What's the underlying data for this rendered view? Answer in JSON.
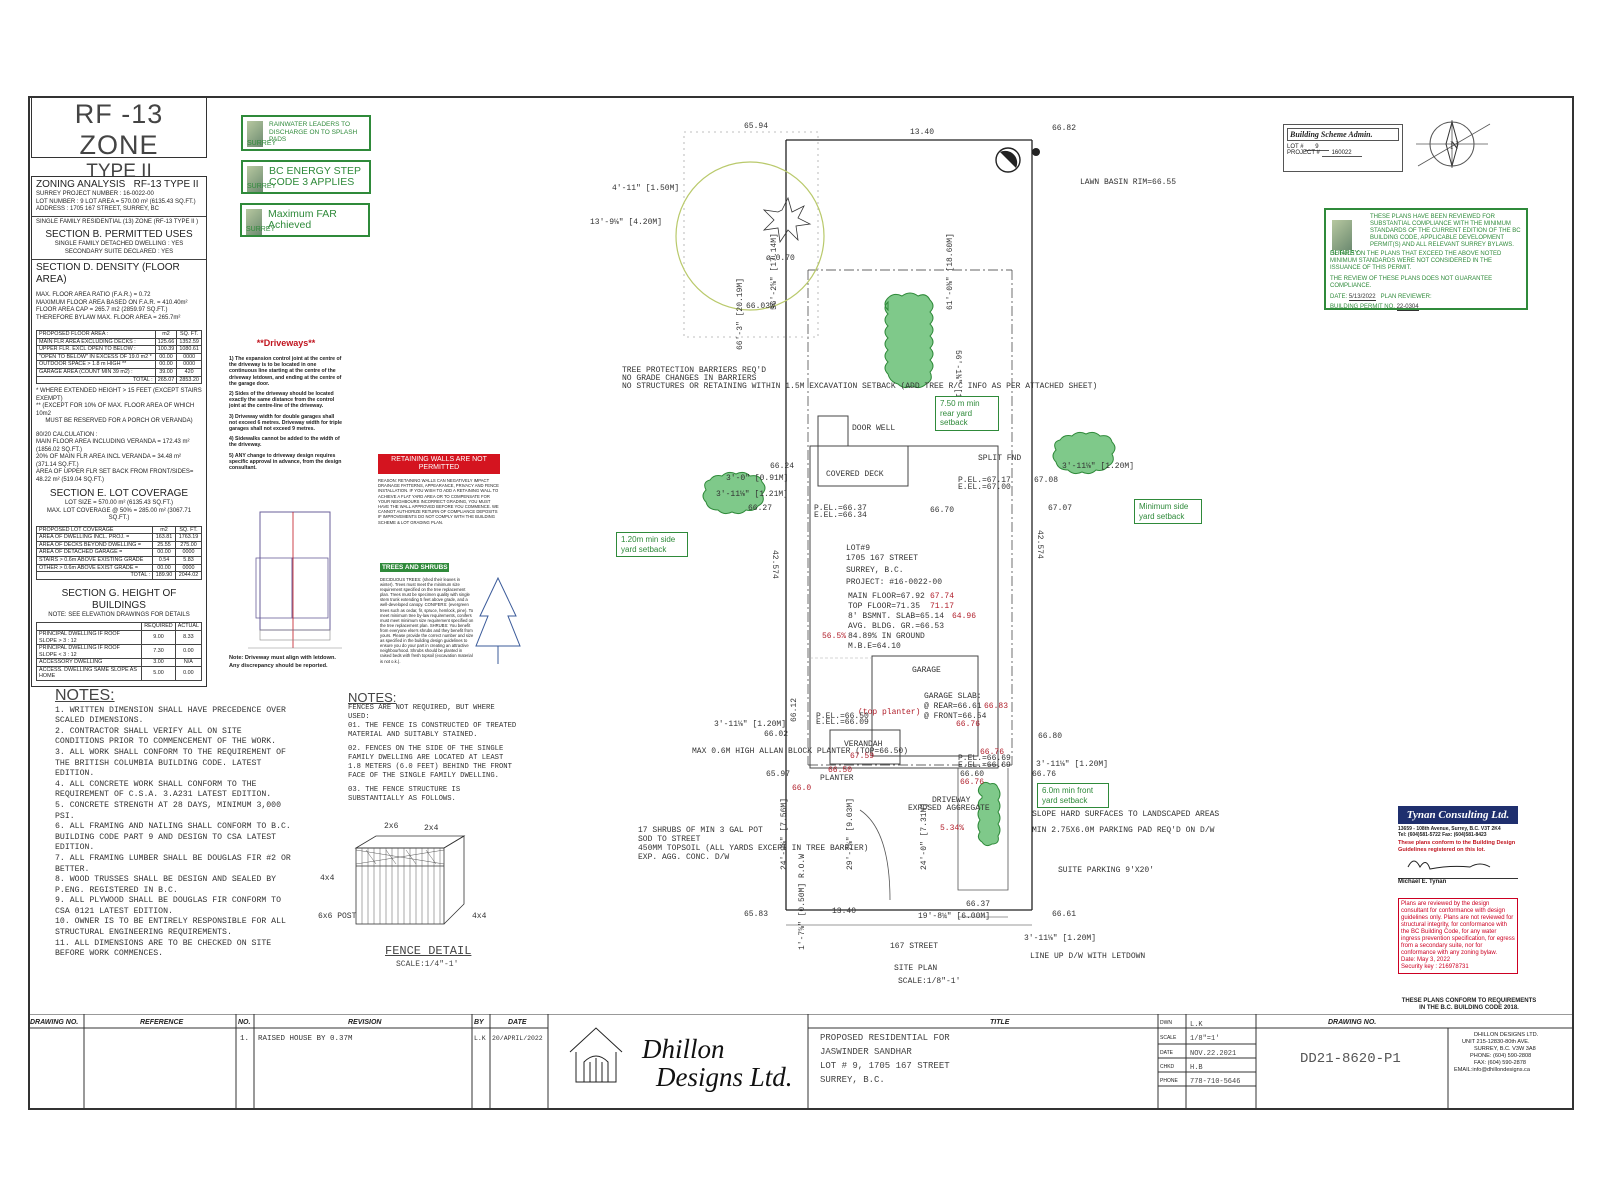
{
  "zone": {
    "title": "RF -13 ZONE",
    "type": "TYPE II"
  },
  "zoning_analysis": {
    "title": "ZONING ANALYSIS",
    "zone_code": "RF-13 TYPE II",
    "lines": [
      "SURREY PROJECT NUMBER : 16-0022-00",
      "LOT NUMBER : 9    LOT AREA = 570.00 m² (6135.43 SQ.FT.)",
      "ADDRESS : 1705 167 STREET, SURREY, BC"
    ],
    "single_family": "SINGLE FAMILY RESIDENTIAL (13) ZONE (RF-13 TYPE II )",
    "section_b": "SECTION B.   PERMITTED USES",
    "section_b_lines": [
      "SINGLE FAMILY DETACHED DWELLING : YES",
      "SECONDARY SUITE DECLARED : YES"
    ],
    "section_d": "SECTION D.   DENSITY (FLOOR AREA)",
    "section_d_lines": [
      "MAX. FLOOR AREA RATIO (F.A.R.) = 0.72",
      "MAXIMUM FLOOR AREA BASED ON F.A.R. = 410.40m²",
      "FLOOR AREA CAP = 265.7 m2 (2859.97 SQ.FT.)",
      "THEREFORE BYLAW MAX. FLOOR AREA = 265.7m²"
    ],
    "floor_table": [
      [
        "PROPOSED FLOOR AREA :",
        "m2",
        "SQ. FT."
      ],
      [
        "MAIN FLR AREA EXCLUDING DECKS :",
        "125.66",
        "1352.59"
      ],
      [
        "UPPER FLR. EXCL OPEN TO BELOW :",
        "100.39",
        "1080.61"
      ],
      [
        "\"OPEN TO BELOW\" IN EXCESS OF 19.0 m2 *",
        "00.00",
        "0000"
      ],
      [
        "OUTDOOR SPACE > 1.8 m HIGH **",
        "00.00",
        "0000"
      ],
      [
        "GARAGE AREA (COUNT MIN 39 m2) :",
        "39.00",
        "420"
      ],
      [
        "TOTAL :",
        "265.07",
        "2853.20"
      ]
    ],
    "notes_after_table": [
      "* WHERE EXTENDED HEIGHT > 15 FEET (EXCEPT STAIRS EXEMPT)",
      "** (EXCEPT FOR 10% OF MAX. FLOOR AREA OF WHICH 10m2",
      "MUST BE RESERVED FOR A PORCH OR VERANDA)"
    ],
    "calc_8020": [
      "80/20 CALCULATION :",
      "MAIN FLOOR AREA INCLUDING VERANDA = 172.43 m² (1856.02 SQ.FT.)",
      "20% OF MAIN FLR AREA INCL VERANDA = 34.48 m² (371.14 SQ.FT.)",
      "AREA OF UPPER FLR SET BACK FROM FRONT/SIDES= 48.22 m² (519.04 SQ.FT.)"
    ],
    "section_e": "SECTION E.   LOT COVERAGE",
    "section_e_lines": [
      "LOT SIZE = 570.00 m² (6135.43 SQ.FT.)",
      "MAX. LOT COVERAGE @ 50% = 285.00 m² (3067.71 SQ.FT.)"
    ],
    "coverage_table": [
      [
        "PROPOSED LOT COVERAGE",
        "m2",
        "SQ. FT."
      ],
      [
        "AREA OF DWELLING INCL. PROJ. =",
        "163.81",
        "1763.19"
      ],
      [
        "AREA OF DECKS BEYOND DWELLING =",
        "25.55",
        "275.00"
      ],
      [
        "AREA OF DETACHED GARAGE =",
        "00.00",
        "0000"
      ],
      [
        "STAIRS > 0.6m ABOVE EXISTING GRADE",
        "0.54",
        "5.83"
      ],
      [
        "OTHER > 0.6m ABOVE EXIST GRADE =",
        "00.00",
        "0000"
      ],
      [
        "TOTAL :",
        "189.90",
        "2044.02"
      ]
    ],
    "section_g": "SECTION G.   HEIGHT OF BUILDINGS",
    "section_g_note": "NOTE: SEE ELEVATION DRAWINGS FOR DETAILS",
    "height_table": [
      [
        "",
        "REQUIRED",
        "ACTUAL"
      ],
      [
        "PRINCIPAL DWELLING IF ROOF SLOPE > 3 : 12",
        "9.00",
        "8.33"
      ],
      [
        "PRINCIPAL DWELLING IF ROOF SLOPE < 3 : 12",
        "7.30",
        "0.00"
      ],
      [
        "ACCESSORY DWELLING",
        "3.00",
        "N/A"
      ],
      [
        "ACCESS. DWELLING SAME SLOPE AS HOME",
        "5.00",
        "0.00"
      ]
    ]
  },
  "green_boxes": {
    "rainwater": "RAINWATER LEADERS TO DISCHARGE ON TO SPLASH PADS",
    "energy": "BC ENERGY STEP CODE 3 APPLIES",
    "far": "Maximum FAR Achieved",
    "surrey": "SURREY"
  },
  "driveways": {
    "title": "**Driveways**",
    "items": [
      "1) The expansion control joint at the centre of the driveway is to be located in one continuous line starting at the centre of the driveway letdown, and ending at the centre of the garage door.",
      "2) Sides of the driveway should be located exactly the same distance from the control joint at the centre-line of the driveway.",
      "3) Driveway width for double garages shall not exceed 6 metres. Driveway width for triple garages shall not exceed 9 metres.",
      "4) Sidewalks cannot be added to the width of the driveway.",
      "5) ANY change to driveway design requires specific approval in advance, from the design consultant."
    ],
    "note": "Note: Driveway must align with letdown. Any discrepancy should be reported."
  },
  "retaining_walls": {
    "banner": "RETAINING WALLS ARE NOT PERMITTED",
    "text": "REASON: RETAINING WALLS CAN NEGATIVELY IMPACT DRAINAGE PATTERNS, APPEARANCE, PRIVACY AND FENCE INSTALLATION. IF YOU WISH TO ADD A RETAINING WALL TO ACHIEVE A FLAT YARD AREA OR TO COMPENSATE FOR YOUR NEIGHBOURS INCORRECT GRADING, YOU MUST HAVE THE WALL APPROVED BEFORE YOU COMMENCE. WE CANNOT AUTHORIZE RETURN OF COMPLIANCE DEPOSITS IF IMPROVEMENTS DO NOT COMPLY WITH THE BUILDING SCHEME & LOT GRADING PLAN."
  },
  "trees": {
    "title": "TREES AND SHRUBS",
    "text": "DECIDUOUS TREES: (shed their leaves in winter). Trees must meet the minimum size requirement specified on the tree replacement plan. Trees must be specimen quality with single stem trunk extending 5 feet above grade, and a well-developed canopy. CONIFERS: (evergreen trees such as cedar, fir, spruce, hemlock, pine). To meet minimum tree by-law requirements, conifers must meet minimum size requirement specified on the tree replacement plan. SHRUBS: You benefit from everyone else's shrubs and they benefit from yours. Please provide the correct number and size as specified in the building design guidelines to ensure you do your part in creating an attractive neighbourhood. Shrubs should be planted in raised beds with fresh topsoil (excavation material is not o.k.)."
  },
  "notes": {
    "title": "NOTES:",
    "items": [
      "1. WRITTEN DIMENSION SHALL HAVE PRECEDENCE OVER SCALED DIMENSIONS.",
      "2. CONTRACTOR SHALL VERIFY ALL ON SITE CONDITIONS PRIOR TO COMMENCEMENT OF THE WORK.",
      "3. ALL WORK SHALL CONFORM TO THE REQUIREMENT OF THE BRITISH COLUMBIA BUILDING CODE. LATEST EDITION.",
      "4. ALL CONCRETE WORK SHALL CONFORM TO THE REQUIREMENT OF C.S.A. 3.A231 LATEST EDITION.",
      "5. CONCRETE STRENGTH AT 28 DAYS, MINIMUM 3,000 PSI.",
      "6. ALL FRAMING AND NAILING SHALL CONFORM TO B.C. BUILDING CODE PART 9 AND DESIGN TO CSA LATEST EDITION.",
      "7. ALL FRAMING LUMBER SHALL BE DOUGLAS FIR #2 OR BETTER.",
      "8. WOOD TRUSSES SHALL BE DESIGN AND SEALED BY P.ENG. REGISTERED IN B.C.",
      "9. ALL PLYWOOD SHALL BE DOUGLAS FIR CONFORM TO CSA 0121 LATEST EDITION.",
      "10. OWNER IS TO BE ENTIRELY RESPONSIBLE FOR ALL STRUCTURAL ENGINEERING REQUIREMENTS.",
      "11. ALL DIMENSIONS ARE TO BE CHECKED ON SITE BEFORE WORK COMMENCES."
    ]
  },
  "fence_notes": {
    "title": "NOTES:",
    "items": [
      "FENCES ARE NOT REQUIRED, BUT WHERE USED:",
      "01. THE FENCE IS CONSTRUCTED OF TREATED MATERIAL AND SUITABLY STAINED.",
      "02. FENCES ON THE SIDE OF THE SINGLE FAMILY DWELLING ARE LOCATED AT LEAST 1.8 METERS (6.0 FEET) BEHIND THE FRONT FACE OF THE SINGLE FAMILY DWELLING.",
      "03. THE FENCE STRUCTURE IS SUBSTANTIALLY AS FOLLOWS."
    ],
    "detail_title": "FENCE DETAIL",
    "detail_scale": "SCALE:1/4\"-1'",
    "labels": {
      "a": "2x6",
      "b": "2x4",
      "c": "4x4",
      "d": "6x6 POST",
      "e": "4x4"
    }
  },
  "site_plan": {
    "lot": "LOT#9",
    "address1": "1705 167 STREET",
    "address2": "SURREY, B.C.",
    "project": "PROJECT: #16-0022-00",
    "main_floor": "MAIN FLOOR=67.92",
    "main_floor_new": "67.74",
    "top_floor": "TOP FLOOR=71.35",
    "top_floor_new": "71.17",
    "bsmt": "8' BSMNT. SLAB=65.14",
    "bsmt_new": "64.96",
    "avg": "AVG. BLDG. GR.=66.53",
    "inground_pre": "56.5%",
    "inground": "84.89% IN GROUND",
    "mbe": "M.B.E=64.10",
    "dim_top": "13.40",
    "dim_bottom": "13.40",
    "dim_left": "42.574",
    "dim_right": "42.574",
    "covered_deck": "COVERED DECK",
    "door_well": "DOOR WELL",
    "garage": "GARAGE",
    "garage_slab": "GARAGE SLAB:",
    "garage_rear": "@ REAR=66.61",
    "garage_rear_new": "66.83",
    "garage_front": "@ FRONT=66.54",
    "garage_front_new": "66.76",
    "verandah": "VERANDAH",
    "verandah_el": "67.59",
    "planter_el": "66.50",
    "planter": "PLANTER",
    "split_fnd": "SPLIT FND",
    "driveway": "DRIVEWAY",
    "exposed_agg": "EXPOSED AGGREGATE",
    "slope": "5.34%",
    "street": "167 STREET",
    "site_plan_title": "SITE PLAN",
    "site_plan_scale": "SCALE:1/8\"-1'",
    "lawn_basin": "LAWN BASIN RIM=66.55",
    "top_planter": "(top planter)",
    "allan_block": "MAX 0.6M HIGH ALLAN BLOCK PLANTER (TOP=66.50)",
    "tree_notes": [
      "TREE PROTECTION BARRIERS REQ'D",
      "NO GRADE CHANGES IN BARRIERS",
      "NO STRUCTURES OR RETAINING WITHIN 1.5M EXCAVATION SETBACK (ADD TREE R/C INFO AS PER ATTACHED SHEET)"
    ],
    "shrub_notes": [
      "17 SHRUBS OF MIN 3 GAL POT",
      "SOD TO STREET",
      "450MM TOPSOIL (ALL YARDS EXCEPT IN TREE BARRIER)",
      "EXP. AGG. CONC. D/W"
    ],
    "slope_notes": [
      "SLOPE HARD SURFACES TO LANDSCAPED AREAS",
      "MIN 2.75X6.0M PARKING PAD REQ'D ON D/W"
    ],
    "suite_parking": "SUITE PARKING 9'X20'",
    "line_up": "LINE UP D/W WITH LETDOWN",
    "dims": {
      "d1": "4'-11\" [1.50M]",
      "d2": "13'-9⅛\" [4.20M]",
      "d3": "3'-0\" [0.91M]",
      "d4": "3'-11⅛\" [1.21M]",
      "d5": "3'-11⅛\" [1.20M]",
      "d6": "3'-11⅛\" [1.20M]",
      "d7": "3'-11⅛\" [1.20M]",
      "d8": "3'-11⅛\" [1.20M]",
      "d9": "19'-8¼\" [6.00M]",
      "d10": "24'-9⅝\" [7.56M]",
      "d11": "29'-7⅝\" [9.03M]",
      "d12": "24'-0\" [7.31M]",
      "d13": "66'-3\" [20.19M]",
      "d14": "56'-2⅝\" [17.14M]",
      "d15": "61'-0⅜\" [18.60M]",
      "d16": "56'-1⅜\" [17.10M]",
      "d17": "1'-7⅝\" [0.50M] R.O.W",
      "tree_dia": "ø=0.70"
    },
    "elevs": {
      "e1": "65.94",
      "e2": "66.82",
      "e3": "66.03W",
      "e4": "66.24",
      "e5": "66.27",
      "e6": "66.70",
      "e7": "67.08",
      "e8": "67.07",
      "e9": "66.80",
      "e10": "66.76",
      "e11": "66.02",
      "e12": "65.97",
      "e13": "66.0",
      "e14": "65.83",
      "e15": "66.37",
      "e16": "66.61",
      "e17": "66.12",
      "pel1": "P.EL.=67.17",
      "eel1": "E.EL.=67.00",
      "pel2": "P.EL.=66.37",
      "eel2": "E.EL.=66.34",
      "pel3": "P.EL.=66.50",
      "eel3": "E.EL.=66.09",
      "pel4": "P.EL.=66.69",
      "eel4": "E.EL.=66.69",
      "r1": "66.76",
      "r2": "66.60",
      "r3": "66.76"
    },
    "callouts": {
      "rear": "7.50 m min rear yard setback",
      "side_left": "1.20m min side yard setback",
      "side_right": "Minimum side yard setback",
      "front": "6.0m min front yard setback"
    }
  },
  "scheme": {
    "title": "Building Scheme Admin.",
    "lot_label": "LOT #",
    "lot": "9",
    "project_label": "PROJECT #",
    "project": "160022"
  },
  "approval": {
    "text": "THESE PLANS HAVE BEEN REVIEWED FOR SUBSTANTIAL COMPLIANCE WITH THE MINIMUM STANDARDS OF THE CURRENT EDITION OF THE BC BUILDING CODE, APPLICABLE DEVELOPMENT PERMIT(S) AND ALL RELEVANT SURREY BYLAWS.",
    "text2": "DETAILS ON THE PLANS THAT EXCEED THE ABOVE NOTED MINIMUM STANDARDS WERE NOT CONSIDERED IN THE ISSUANCE OF THIS PERMIT.",
    "text3": "THE REVIEW OF THESE PLANS DOES NOT GUARANTEE COMPLIANCE.",
    "date_label": "DATE:",
    "date": "5/13/2022",
    "reviewer_label": "PLAN REVIEWER:",
    "permit_label": "BUILDING PERMIT NO.",
    "permit": "22-0304",
    "surrey": "SURREY"
  },
  "tynan": {
    "name": "Tynan Consulting Ltd.",
    "address": "13659 - 108th Avenue, Surrey, B.C. V3T 2K4",
    "tel": "Tel: (604)581-5722  Fax: (604)581-8423",
    "conform": "These plans conform to the Building Design Guidelines registered on this lot.",
    "person": "Michael E. Tynan",
    "red_text": "Plans are reviewed by the design consultant for conformance with design guidelines only. Plans are not reviewed for structural integrity, for conformance with the BC Building Code, for any water ingress prevention specification, for egress from a secondary suite, nor for conformance with any zoning bylaw.",
    "date": "Date: May 3, 2022",
    "security": "Security key : 216978731",
    "conform_code": "THESE PLANS CONFORM TO REQUIREMENTS IN THE B.C. BUILDING CODE 2018."
  },
  "title_block": {
    "h_drawing_no": "DRAWING NO.",
    "h_reference": "REFERENCE",
    "h_no": "NO.",
    "h_revision": "REVISION",
    "h_by": "BY",
    "h_date": "DATE",
    "h_title": "TITLE",
    "h_drawing_no2": "DRAWING NO.",
    "rev_no": "1.",
    "rev_text": "RAISED HOUSE BY 0.37M",
    "rev_by": "L.K",
    "rev_date": "20/APRIL/2022",
    "company_line1": "Dhillon",
    "company_line2": "Designs Ltd.",
    "title_lines": [
      "PROPOSED RESIDENTIAL FOR",
      "JASWINDER SANDHAR",
      "LOT # 9, 1705 167 STREET",
      "SURREY, B.C."
    ],
    "dwn_label": "DWN",
    "dwn": "L.K",
    "scale_label": "SCALE",
    "scale": "1/8\"=1'",
    "date_label": "DATE",
    "date": "NOV.22.2021",
    "chkd_label": "CHKD",
    "chkd": "H.B",
    "phone_label": "PHONE",
    "phone": "778-710-5646",
    "drawing_no": "DD21-8620-P1",
    "company_info": [
      "DHILLON DESIGNS LTD.",
      "UNIT 215-12830-80th AVE.",
      "SURREY, B.C. V3W 3A8",
      "PHONE: (604) 590-2808",
      "FAX: (604) 590-2878",
      "EMAIL:info@dhillondesigns.ca"
    ]
  },
  "colors": {
    "green": "#2f8a3a",
    "red": "#c0151f",
    "shrub": "#7fc98a"
  }
}
